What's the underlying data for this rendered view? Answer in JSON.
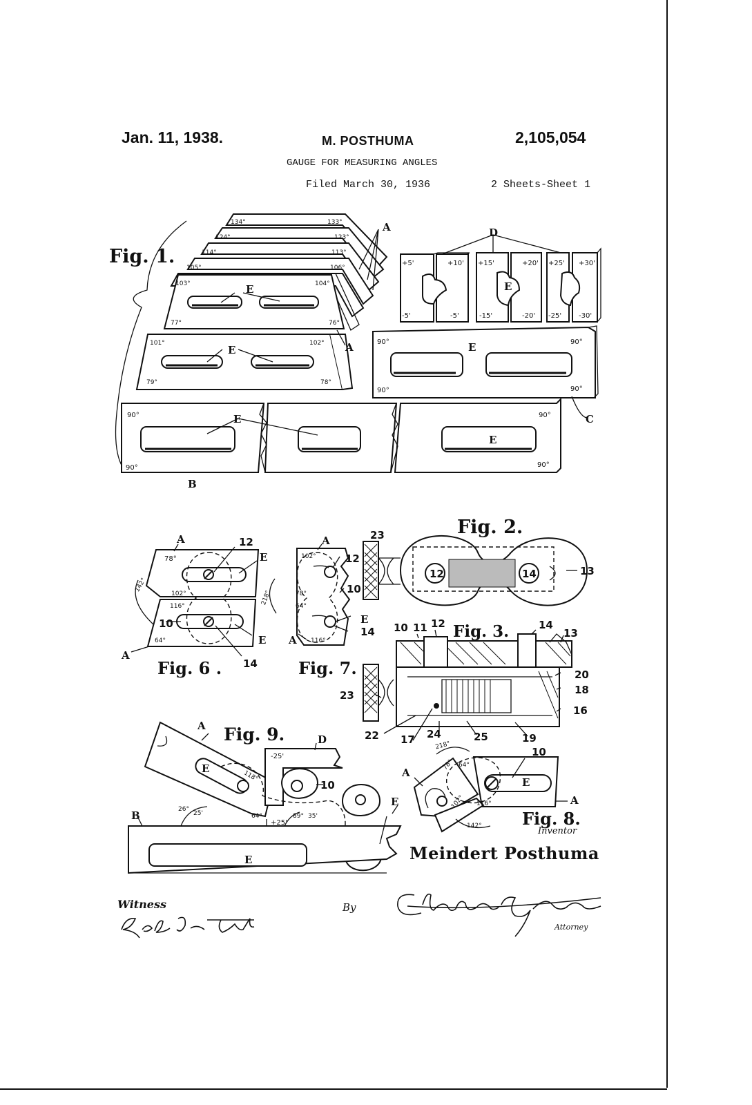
{
  "header": {
    "date": "Jan. 11, 1938.",
    "inventor_short": "M. POSTHUMA",
    "patent_number": "2,105,054",
    "title": "GAUGE FOR MEASURING ANGLES",
    "filed": "Filed March 30, 1936",
    "sheet": "2 Sheets-Sheet 1"
  },
  "figures": {
    "fig1": "Fig. 1.",
    "fig2": "Fig. 2.",
    "fig3": "Fig. 3.",
    "fig6": "Fig. 6 .",
    "fig7": "Fig. 7.",
    "fig8": "Fig. 8.",
    "fig9": "Fig. 9."
  },
  "fig1_labels": {
    "blade_angles": [
      "134°",
      "133°",
      "124°",
      "123°",
      "114°",
      "113°",
      "105°",
      "106°",
      "103°",
      "104°",
      "77°",
      "76°",
      "101°",
      "102°",
      "79°",
      "78°"
    ],
    "minute_blocks": [
      "+5'",
      "+10'",
      "-5'",
      "-5'",
      "+15'",
      "+20'",
      "-15'",
      "-20'",
      "+25'",
      "+30'",
      "-25'",
      "-30'"
    ],
    "right_angles": [
      "90°",
      "90°",
      "90°",
      "90°"
    ],
    "bar_angles": [
      "90°",
      "90°",
      "90°",
      "90°"
    ],
    "letters": [
      "A",
      "A",
      "D",
      "E",
      "E",
      "E",
      "E",
      "E",
      "E",
      "C",
      "B"
    ]
  },
  "fig6_labels": [
    "A",
    "78°",
    "12",
    "E",
    "142°",
    "102°",
    "116°",
    "10",
    "E",
    "64°",
    "A",
    "14"
  ],
  "fig7_labels": [
    "A",
    "102°",
    "12",
    "10",
    "218°",
    "78°",
    "64°",
    "E",
    "14",
    "A",
    "116°"
  ],
  "fig2_labels": [
    "23",
    "12",
    "14",
    "13"
  ],
  "fig3_labels": [
    "10",
    "11",
    "12",
    "14",
    "13",
    "20",
    "18",
    "16",
    "23",
    "22",
    "17",
    "24",
    "25",
    "19"
  ],
  "fig9_labels": [
    "A",
    "D",
    "-25'",
    "E",
    "118°",
    "10",
    "B",
    "26°",
    "25'",
    "64°",
    "+25'",
    "89°",
    "35'",
    "E",
    "E"
  ],
  "fig8_labels": [
    "A",
    "218°",
    "78°",
    "64°",
    "10",
    "E",
    "A",
    "102°",
    "116°",
    "142°"
  ],
  "inventor_label": "Inventor",
  "inventor_name": "Meindert Posthuma",
  "witness_label": "Witness",
  "by_label": "By",
  "attorney_label": "Attorney",
  "signatures": {
    "witness": "Robert G. Trumbull",
    "attorney": "Clayton L. Jenks"
  }
}
